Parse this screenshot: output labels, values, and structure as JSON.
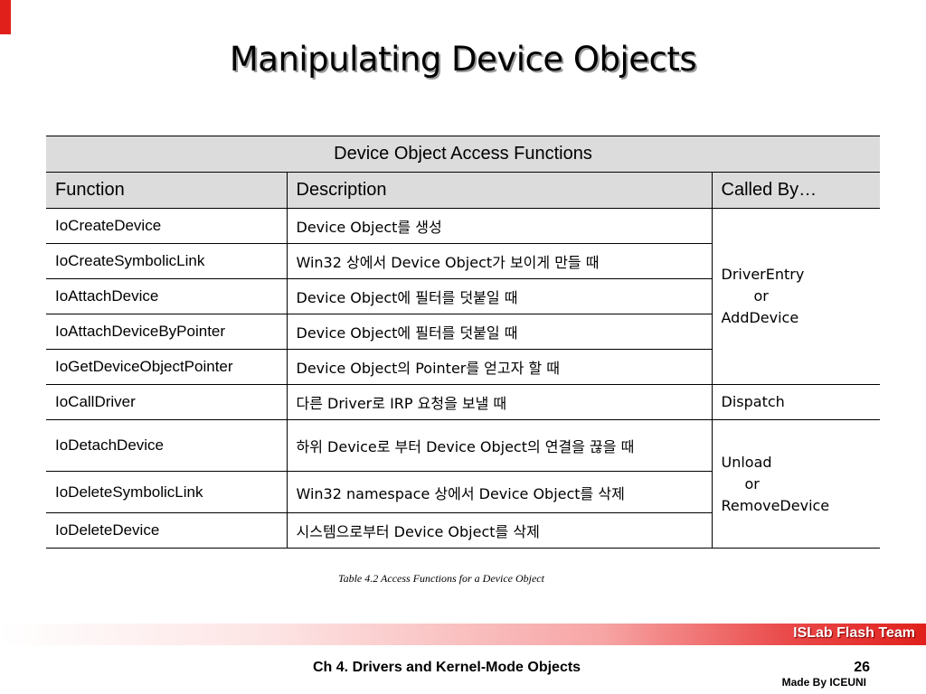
{
  "title": "Manipulating Device Objects",
  "table": {
    "caption": "Device Object Access Functions",
    "headers": [
      "Function",
      "Description",
      "Called By…"
    ],
    "rows": [
      {
        "fn": "IoCreateDevice",
        "desc": "Device Object를 생성"
      },
      {
        "fn": "IoCreateSymbolicLink",
        "desc": "Win32 상에서 Device Object가 보이게 만들 때"
      },
      {
        "fn": "IoAttachDevice",
        "desc": "Device Object에 필터를 덧붙일 때"
      },
      {
        "fn": "IoAttachDeviceByPointer",
        "desc": "Device Object에 필터를 덧붙일 때"
      },
      {
        "fn": "IoGetDeviceObjectPointer",
        "desc": "Device Object의 Pointer를 얻고자 할 때"
      },
      {
        "fn": "IoCallDriver",
        "desc": "다른 Driver로 IRP 요청을 보낼 때"
      },
      {
        "fn": "IoDetachDevice",
        "desc": "하위 Device로 부터 Device Object의 연결을 끊을 때"
      },
      {
        "fn": "IoDeleteSymbolicLink",
        "desc": "Win32 namespace 상에서 Device Object를 삭제"
      },
      {
        "fn": "IoDeleteDevice",
        "desc": "시스템으로부터 Device Object를 삭제"
      }
    ],
    "called_by": {
      "group1": {
        "a": "DriverEntry",
        "or": "or",
        "b": "AddDevice"
      },
      "group2": "Dispatch",
      "group3": {
        "a": "Unload",
        "or": "or",
        "b": "RemoveDevice"
      }
    }
  },
  "table_caption": "Table 4.2 Access Functions for a Device Object",
  "footer": {
    "brand": "ISLab Flash Team",
    "chapter": "Ch 4. Drivers and Kernel-Mode Objects",
    "page": "26",
    "credit": "Made By ICEUNI"
  },
  "colors": {
    "accent": "#e0201b",
    "header_bg": "#dcdcdc"
  }
}
